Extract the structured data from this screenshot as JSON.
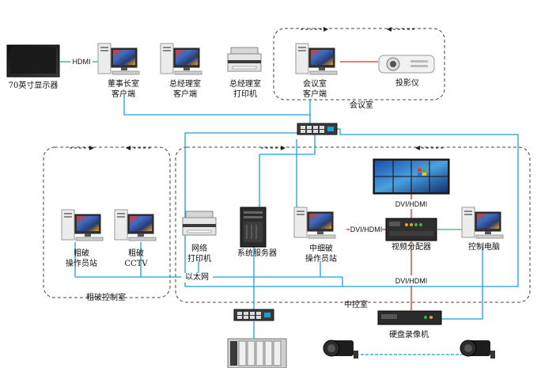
{
  "colors": {
    "network_line": "#1aa1d6",
    "hdmi_line": "#2fb36a",
    "dvi_line": "#d9322e",
    "zone_border": "#444444",
    "monitor_screen": "#2a3b6e",
    "pc_case": "#e8e8e8",
    "server_case": "#2b2b2b"
  },
  "nodes": {
    "tv_70": "70英寸显示器",
    "chairman_pc": "董事长室\n客户端",
    "gm_pc": "总经理室\n客户端",
    "gm_printer": "总经理室\n打印机",
    "meeting_pc": "会议室\n客户端",
    "projector": "投影仪",
    "coarse_station": "粗破\n操作员站",
    "coarse_cctv": "粗破\nCCTV",
    "net_printer": "网络\n打印机",
    "system_server": "系统服务器",
    "fine_station": "中细破\n操作员站",
    "video_splitter": "视频分配器",
    "control_pc": "控制电脑",
    "dvr": "硬盘录像机"
  },
  "link_labels": {
    "hdmi": "HDMI",
    "dvi_hdmi_1": "DVI/HDMI",
    "dvi_hdmi_2": "DVI/HDMI",
    "dvi_hdmi_3": "DVI/HDMI",
    "ethernet": "以太网"
  },
  "zones": {
    "meeting_room": "会议室",
    "coarse_room": "粗破控制室",
    "central_room": "中控室"
  }
}
